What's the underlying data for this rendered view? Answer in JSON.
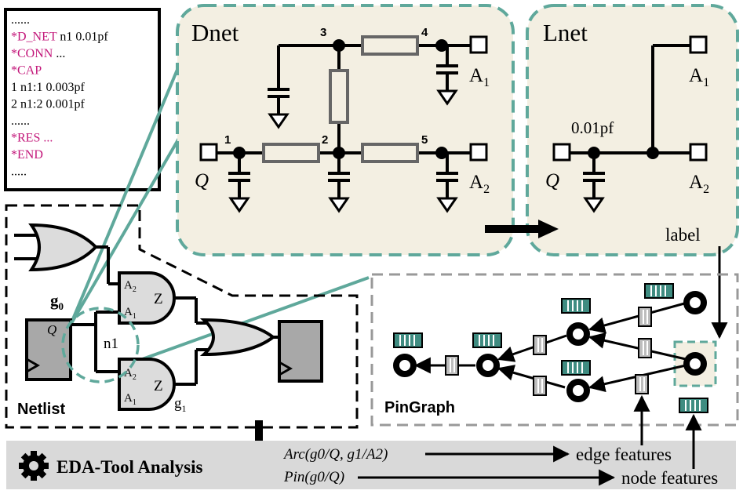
{
  "spef": {
    "lines": [
      {
        "text": "......",
        "color": "#000000"
      },
      {
        "text": "*D_NET",
        "suffix": " n1 0.01pf",
        "color": "#c3177a"
      },
      {
        "text": "*CONN",
        "suffix": "  ...",
        "color": "#c3177a"
      },
      {
        "text": "*CAP",
        "suffix": "",
        "color": "#c3177a"
      },
      {
        "text": "1 n1:1 0.003pf",
        "color": "#000000"
      },
      {
        "text": "2 n1:2 0.001pf",
        "color": "#000000"
      },
      {
        "text": "......",
        "color": "#000000"
      },
      {
        "text": "*RES ...",
        "color": "#c3177a"
      },
      {
        "text": "*END",
        "color": "#c3177a"
      },
      {
        "text": ".....",
        "color": "#000000"
      }
    ]
  },
  "dnet": {
    "title": "Dnet",
    "node_labels": [
      "1",
      "2",
      "3",
      "4",
      "5"
    ],
    "pin_q": "Q",
    "pin_a1": "A",
    "pin_a1_sub": "1",
    "pin_a2": "A",
    "pin_a2_sub": "2"
  },
  "lnet": {
    "title": "Lnet",
    "cap_label": "0.01pf",
    "pin_q": "Q",
    "pin_a1": "A",
    "pin_a1_sub": "1",
    "pin_a2": "A",
    "pin_a2_sub": "2",
    "label_text": "label"
  },
  "netlist": {
    "title": "Netlist",
    "gate_g0": "g",
    "gate_g0_sub": "0",
    "gate_g1": "g",
    "gate_g1_sub": "1",
    "net_n1": "n1",
    "pin_q": "Q",
    "and_a2": "A",
    "and_a2_sub": "2",
    "and_a1": "A",
    "and_a1_sub": "1",
    "and_z": "Z"
  },
  "pingraph": {
    "title": "PinGraph"
  },
  "eda": {
    "title": "EDA-Tool Analysis",
    "arc_fn": "Arc",
    "arc_args": "(g0/Q,  g1/A2)",
    "pin_fn": "Pin",
    "pin_args": "(g0/Q)",
    "edge_features": "edge features",
    "node_features": "node features"
  },
  "colors": {
    "teal": "#5fa89b",
    "panel": "#f3efe2",
    "magenta": "#c3177a",
    "gate_fill": "#dcdcdc",
    "ff_fill": "#a8a8a8",
    "feature_teal": "#3f8c81",
    "bar_gray": "#bdbdbd",
    "eda_bar": "#d9d9d9"
  }
}
